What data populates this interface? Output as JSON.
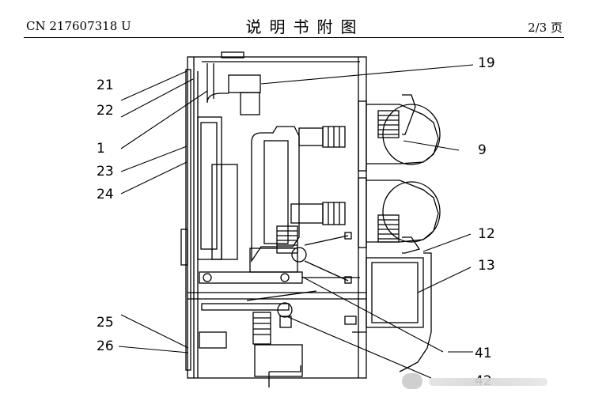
{
  "header": {
    "doc_id": "CN 217607318 U",
    "title": "说明书附图",
    "page": "2/3 页"
  },
  "labels": {
    "l19": "19",
    "l21": "21",
    "l22": "22",
    "l1": "1",
    "l23": "23",
    "l24": "24",
    "l9": "9",
    "l12": "12",
    "l13": "13",
    "l25": "25",
    "l26": "26",
    "l41": "41",
    "l42": "42"
  },
  "colors": {
    "line": "#000000",
    "background": "#ffffff",
    "watermark": "#cfcfcf"
  }
}
